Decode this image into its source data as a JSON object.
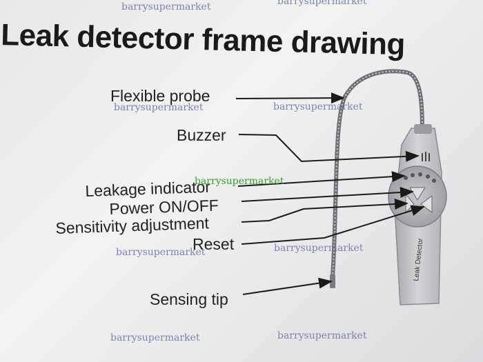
{
  "title": "Leak detector frame drawing",
  "callouts": {
    "flexible_probe": "Flexible probe",
    "buzzer": "Buzzer",
    "leakage_indicator": "Leakage indicator",
    "power": "Power ON/OFF",
    "sensitivity": "Sensitivity adjustment",
    "reset": "Reset",
    "sensing_tip": "Sensing tip"
  },
  "device_label": "Leak Detector",
  "watermark": "barrysupermarket",
  "colors": {
    "background": "#e9e9eb",
    "text": "#1a1a1a",
    "watermark": "#6b6fa0",
    "watermark_green": "#3a9a2a",
    "device": "#bdbdc0"
  }
}
